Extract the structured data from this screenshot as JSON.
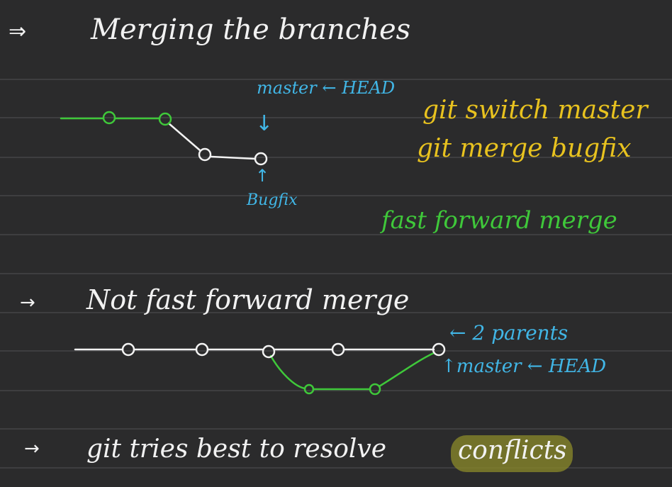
{
  "title": {
    "arrow": "⇒",
    "text": "Merging the branches"
  },
  "ff_diagram": {
    "master_head": "master ← HEAD",
    "down_arrow": "↓",
    "up_arrow": "↑",
    "bugfix_label": "Bugfix"
  },
  "commands": [
    "git switch master",
    "git merge bugfix"
  ],
  "ff_note": "fast forward merge",
  "section2": {
    "arrow": "→",
    "text": "Not fast forward merge"
  },
  "nff_diagram": {
    "parents_label": "← 2 parents",
    "master_head": "↑master ← HEAD"
  },
  "section3": {
    "arrow": "→",
    "text_a": "git tries best to resolve",
    "text_b": "conflicts"
  },
  "colors": {
    "background": "#2b2b2c",
    "ruled_line": "#444446",
    "white_ink": "#f2f2f2",
    "blue_ink": "#41b6e6",
    "yellow_ink": "#e8c21f",
    "green_ink": "#3fc83a",
    "highlight": "#8c8b2a"
  }
}
